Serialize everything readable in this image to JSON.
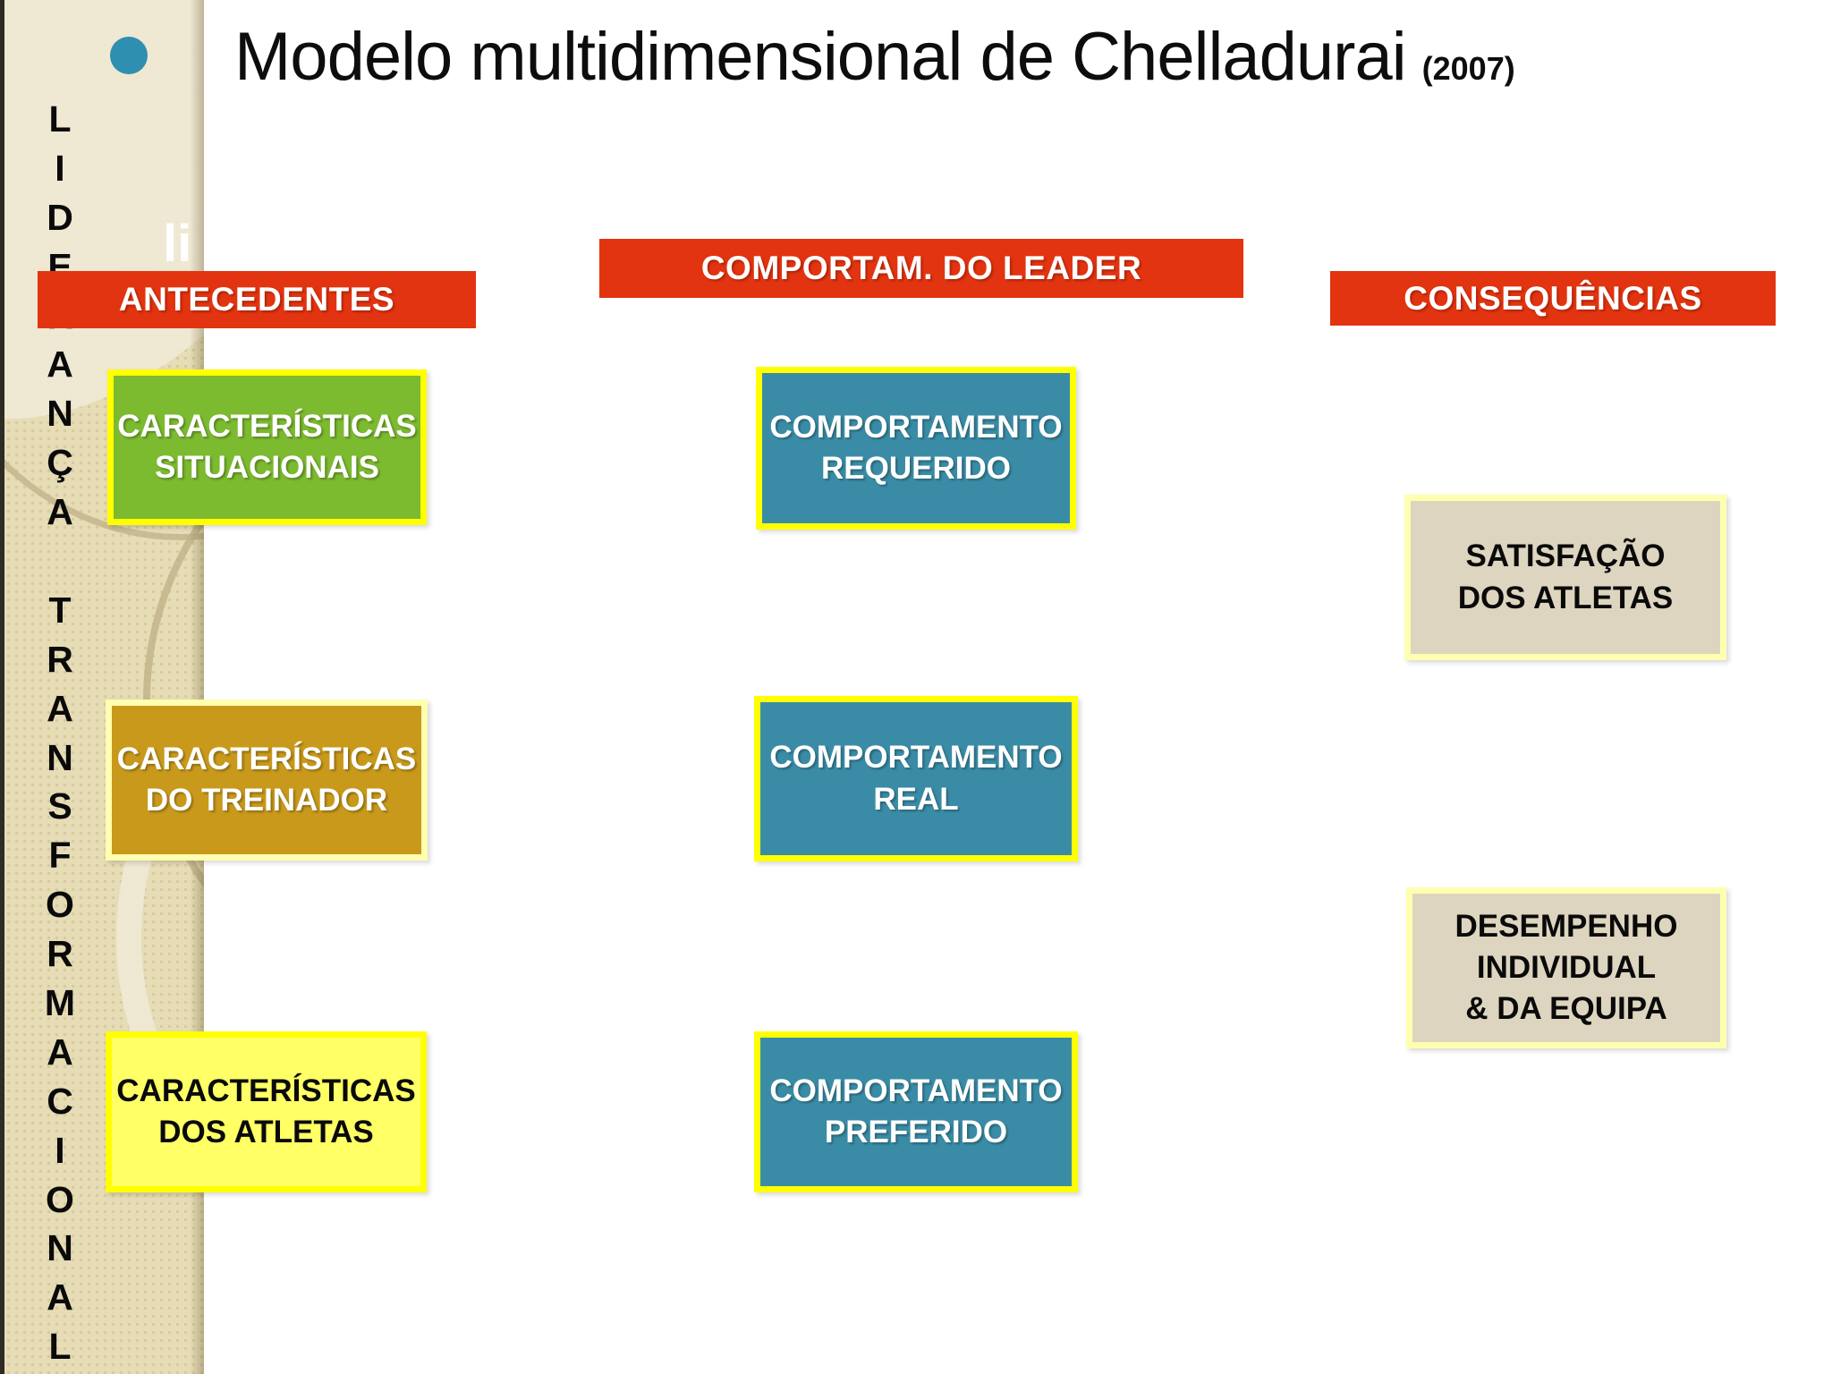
{
  "title": {
    "text": "Modelo multidimensional de Chelladurai",
    "year": "(2007)"
  },
  "sidebar": {
    "vertical_text": "LIDERANÇA TRANSFORMACIONAL",
    "overlay_text": "li"
  },
  "headers": {
    "antecedentes": "ANTECEDENTES",
    "leader": "COMPORTAM. DO LEADER",
    "consequencias": "CONSEQUÊNCIAS"
  },
  "boxes": {
    "situacionais": {
      "lines": [
        "CARACTERÍSTICAS",
        "SITUACIONAIS"
      ]
    },
    "treinador": {
      "lines": [
        "CARACTERÍSTICAS",
        "DO TREINADOR"
      ]
    },
    "atletas": {
      "lines": [
        "CARACTERÍSTICAS",
        "DOS ATLETAS"
      ]
    },
    "requerido": {
      "lines": [
        "COMPORTAMENTO",
        "REQUERIDO"
      ]
    },
    "real": {
      "lines": [
        "COMPORTAMENTO",
        "REAL"
      ]
    },
    "preferido": {
      "lines": [
        "COMPORTAMENTO",
        "PREFERIDO"
      ]
    },
    "satisfacao": {
      "lines": [
        "SATISFAÇÃO",
        "DOS ATLETAS"
      ]
    },
    "desempenho": {
      "lines": [
        "DESEMPENHO",
        "INDIVIDUAL",
        "& DA EQUIPA"
      ]
    }
  },
  "colors": {
    "banner_red": "#E23410",
    "box_green": "#7CBA2F",
    "box_gold": "#C8991B",
    "box_yellow": "#FFFF66",
    "box_teal": "#3A8CA6",
    "box_beige": "#DDD5BF",
    "border_bright_yellow": "#FFFF00",
    "border_pale_yellow": "#FFFFB0",
    "sidebar_beige": "#E6DCB6",
    "dot_teal": "#2E8FB0"
  }
}
